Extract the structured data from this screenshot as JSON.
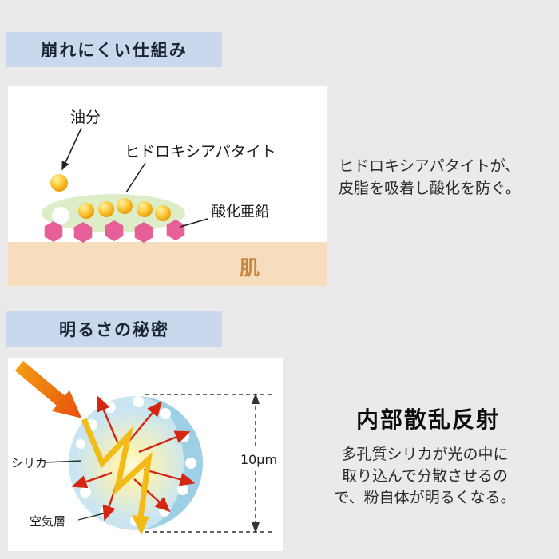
{
  "sections": {
    "mechanism": {
      "header": "崩れにくい仕組み",
      "labels": {
        "oil": "油分",
        "hydroxyapatite": "ヒドロキシアパタイト",
        "zinc_oxide": "酸化亜鉛",
        "skin": "肌"
      },
      "description_line1": "ヒドロキシアパタイトが、",
      "description_line2": "皮脂を吸着し酸化を防ぐ。"
    },
    "brightness": {
      "header": "明るさの秘密",
      "labels": {
        "silica": "シリカ",
        "air_layer": "空気層",
        "diameter": "10μm"
      },
      "title": "内部散乱反射",
      "description_line1": "多孔質シリカが光の中に",
      "description_line2": "取り込んで分散させるの",
      "description_line3": "で、粉自体が明るくなる。"
    }
  },
  "colors": {
    "page_bg": "#eaeaea",
    "header_bg": "#c9d8ec",
    "header_text": "#1c2433",
    "panel_bg": "#ffffff",
    "hydroxyapatite_green": "#dcedc8",
    "oil_yellow": "#fdd045",
    "zinc_pink": "#e65f97",
    "skin_beige": "#f6ddbd",
    "skin_text": "#c9873a",
    "sphere_blue": "#c9e5f2",
    "sphere_shade_blue": "#9dcfe5",
    "glow_yellow": "#fdf3b2",
    "light_path_gold": "#f2bb16",
    "scatter_red": "#d62510",
    "incoming_orange": "#e8500e"
  }
}
